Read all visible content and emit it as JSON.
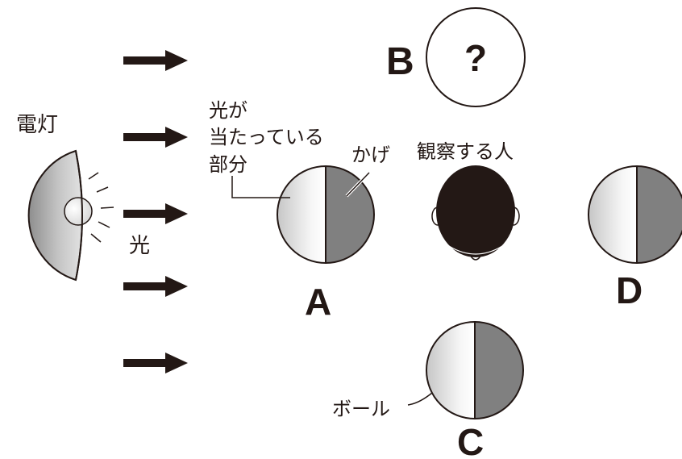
{
  "lamp_label": "電灯",
  "light_label": "光",
  "lit_part_label": [
    "光が",
    "当たっている",
    "部分"
  ],
  "shadow_label": "かげ",
  "observer_label": "観察する人",
  "ball_label": "ボール",
  "positions": {
    "A": "A",
    "B": "B",
    "C": "C",
    "D": "D"
  },
  "unknown_mark": "?",
  "colors": {
    "ink": "#231815",
    "shadow": "#808080",
    "lit_dark": "#c8c8c8",
    "lit_light": "#ffffff"
  }
}
